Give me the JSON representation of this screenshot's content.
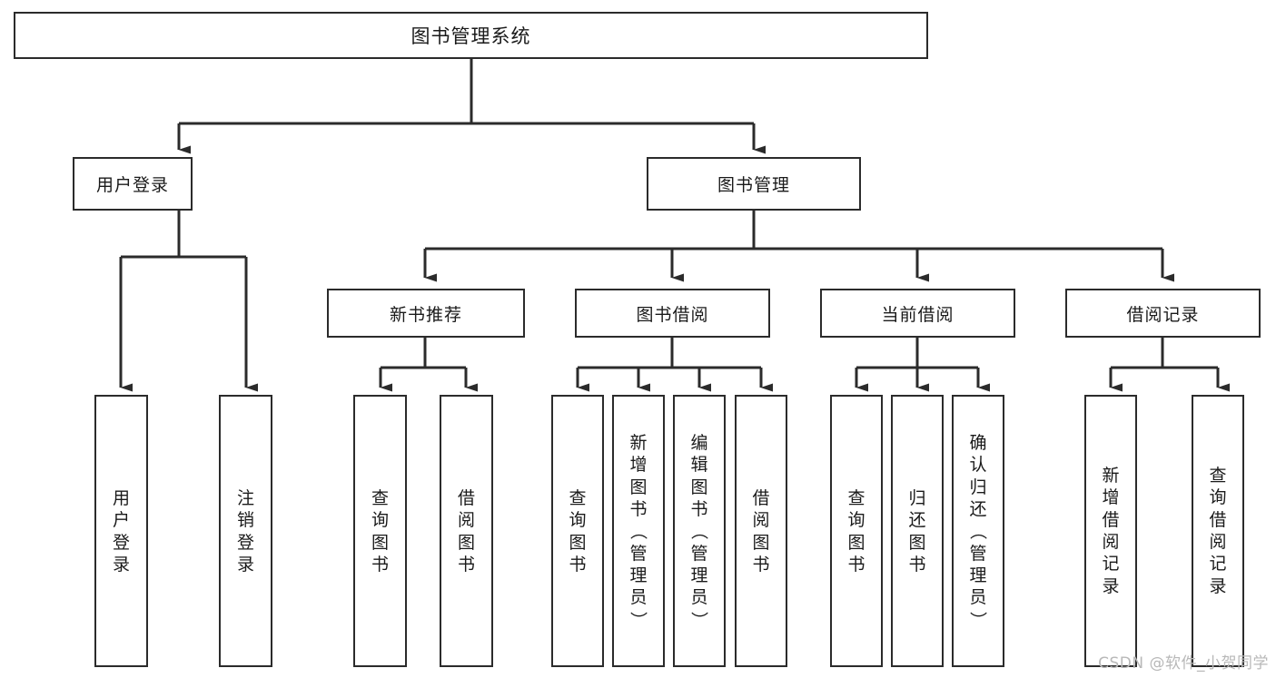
{
  "diagram": {
    "type": "tree",
    "title": "图书管理系统",
    "orientation": "top-down",
    "colors": {
      "box_border": "#2b2b2b",
      "box_fill": "#ffffff",
      "connector": "#2b2b2b",
      "text": "#1a1a1a",
      "watermark": "#b8b8b8",
      "background": "#ffffff"
    }
  },
  "root": {
    "label": "图书管理系统"
  },
  "level1": [
    {
      "id": "user-login",
      "label": "用户登录"
    },
    {
      "id": "book-manage",
      "label": "图书管理"
    }
  ],
  "level2": [
    {
      "id": "new-book-recommend",
      "label": "新书推荐"
    },
    {
      "id": "book-borrow",
      "label": "图书借阅"
    },
    {
      "id": "current-borrow",
      "label": "当前借阅"
    },
    {
      "id": "borrow-record",
      "label": "借阅记录"
    }
  ],
  "leaves": {
    "user_login": [
      {
        "id": "leaf-user-login",
        "label": "用户登录"
      },
      {
        "id": "leaf-logout-login",
        "label": "注销登录"
      }
    ],
    "new_book_recommend": [
      {
        "id": "leaf-query-book-1",
        "label": "查询图书"
      },
      {
        "id": "leaf-borrow-book-1",
        "label": "借阅图书"
      }
    ],
    "book_borrow": [
      {
        "id": "leaf-query-book-2",
        "label": "查询图书"
      },
      {
        "id": "leaf-add-book",
        "label": "新增图书（管理员）"
      },
      {
        "id": "leaf-edit-book",
        "label": "编辑图书（管理员）"
      },
      {
        "id": "leaf-borrow-book-2",
        "label": "借阅图书"
      }
    ],
    "current_borrow": [
      {
        "id": "leaf-query-book-3",
        "label": "查询图书"
      },
      {
        "id": "leaf-return-book",
        "label": "归还图书"
      },
      {
        "id": "leaf-confirm-return",
        "label": "确认归还（管理员）"
      }
    ],
    "borrow_record": [
      {
        "id": "leaf-add-borrow-record",
        "label": "新增借阅记录"
      },
      {
        "id": "leaf-query-borrow-record",
        "label": "查询借阅记录"
      }
    ]
  },
  "watermark": {
    "text": "CSDN @软件_小贺同学"
  }
}
